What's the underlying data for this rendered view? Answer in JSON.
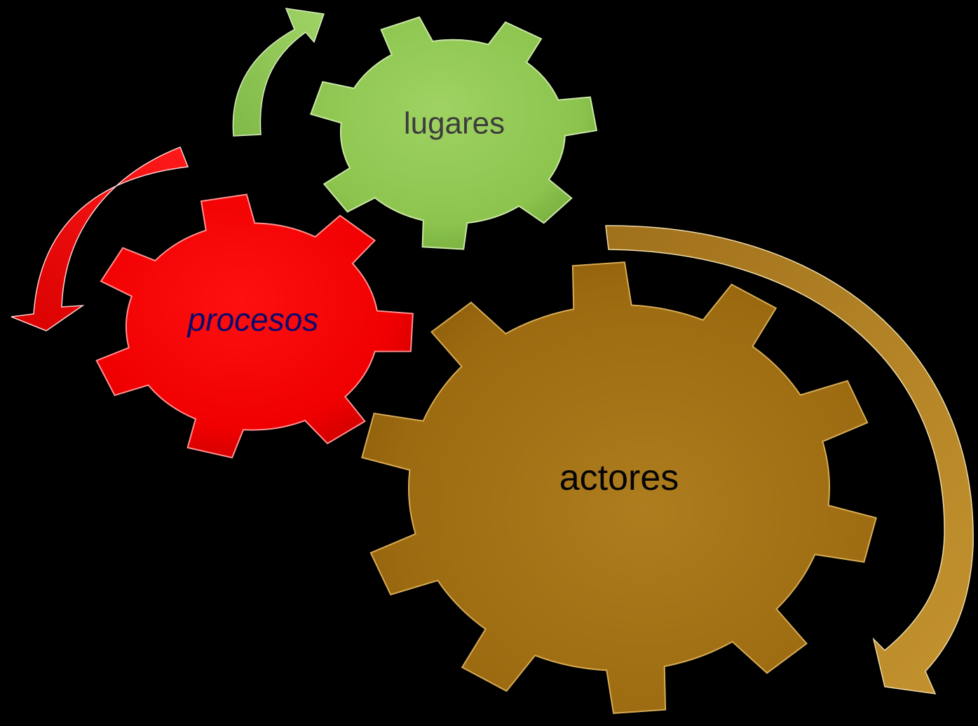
{
  "colors": {
    "background": "#000000",
    "green_gear": "#8cc44e",
    "red_gear": "#f00000",
    "gold_gear": "#a36e12",
    "green_arrow": "#8cc44e",
    "red_arrow": "#ee0000",
    "gold_arrow": "#b8862a",
    "lugares_text": "#3d3d3d",
    "procesos_text": "#0a0a6e",
    "actores_text": "#050505"
  },
  "gears": {
    "lugares": {
      "label": "lugares",
      "teeth": 7
    },
    "procesos": {
      "label": "procesos",
      "teeth": 7
    },
    "actores": {
      "label": "actores",
      "teeth": 10
    }
  },
  "arrows": [
    {
      "id": "green-arrow",
      "direction": "clockwise"
    },
    {
      "id": "red-arrow",
      "direction": "counterclockwise"
    },
    {
      "id": "gold-arrow",
      "direction": "clockwise"
    }
  ]
}
